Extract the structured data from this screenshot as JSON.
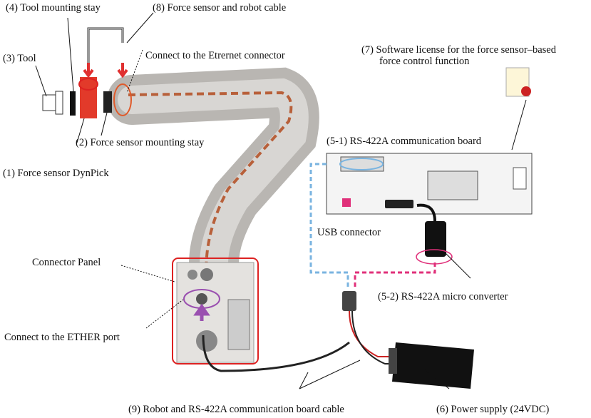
{
  "labels": {
    "tool_mounting_stay": "(4) Tool mounting stay",
    "force_sensor_cable": "(8) Force sensor and robot cable",
    "tool": "(3) Tool",
    "connect_ethernet": "Connect to the Etrernet connector",
    "software_license_line1": "(7) Software license for the force sensor–based",
    "software_license_line2": "force control function",
    "force_sensor_mounting_stay": "(2) Force sensor mounting stay",
    "force_sensor_dynpick": "(1) Force sensor DynPick",
    "rs422a_board": "(5-1) RS-422A communication board",
    "usb_connector": "USB connector",
    "connector_panel": "Connector Panel",
    "rs422a_converter": "(5-2) RS-422A micro converter",
    "connect_ether_port": "Connect to the ETHER port",
    "robot_board_cable": "(9) Robot and RS-422A communication board cable",
    "power_supply": "(6) Power supply (24VDC)"
  },
  "colors": {
    "highlight_red": "#e03030",
    "cable_dash_orange": "#b8603a",
    "blue_dash": "#7ab4e0",
    "pink_dash": "#e0307a",
    "purple": "#9a50b0"
  }
}
